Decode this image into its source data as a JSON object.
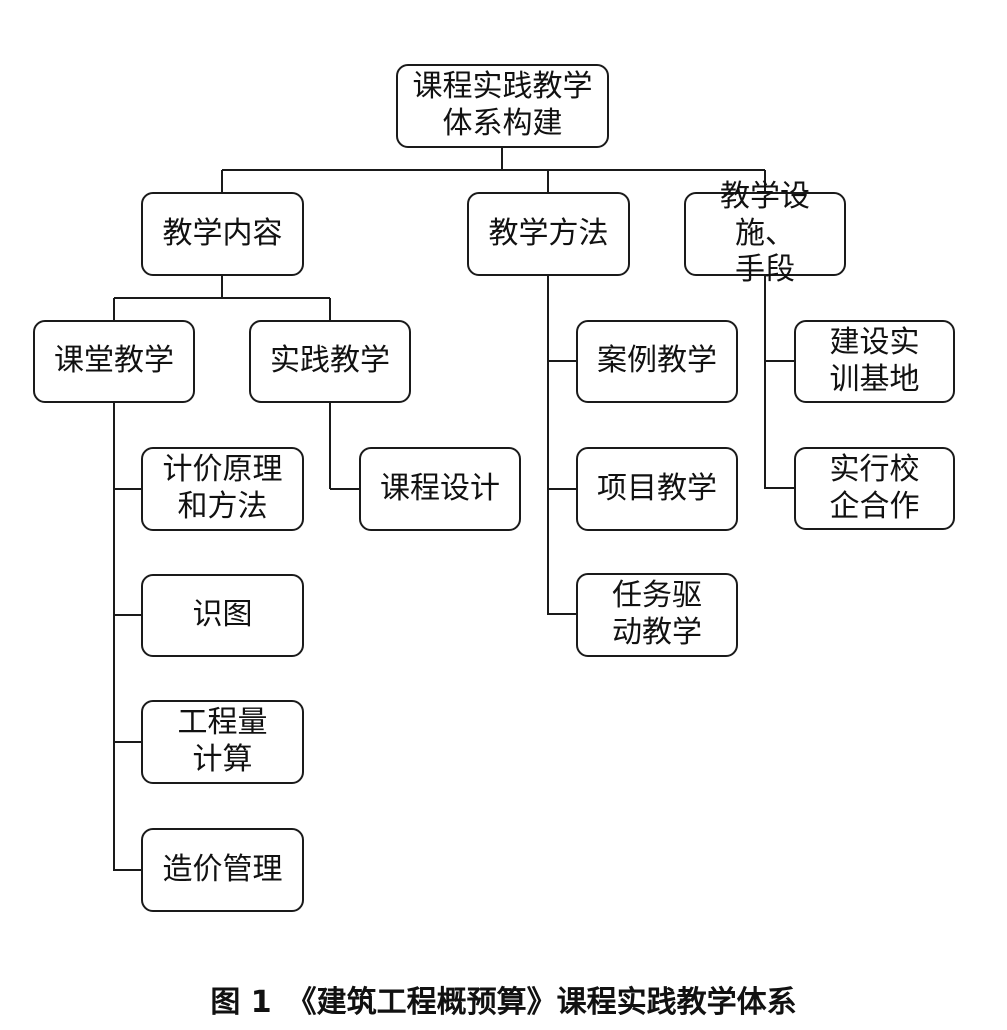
{
  "nodes": {
    "root": "课程实践教学\n体系构建",
    "content": "教学内容",
    "method": "教学方法",
    "facility": "教学设施、\n手段",
    "classroom": "课堂教学",
    "practice": "实践教学",
    "pricing": "计价原理\n和方法",
    "drawing": "识图",
    "quantity": "工程量\n计算",
    "cost_mgmt": "造价管理",
    "course_design": "课程设计",
    "case": "案例教学",
    "project": "项目教学",
    "task": "任务驱\n动教学",
    "training_base": "建设实\n训基地",
    "school_enterprise": "实行校\n企合作"
  },
  "caption": "图 1　《建筑工程概预算》课程实践教学体系",
  "colors": {
    "line": "#1a1a1a",
    "text": "#111111",
    "background": "#ffffff"
  }
}
